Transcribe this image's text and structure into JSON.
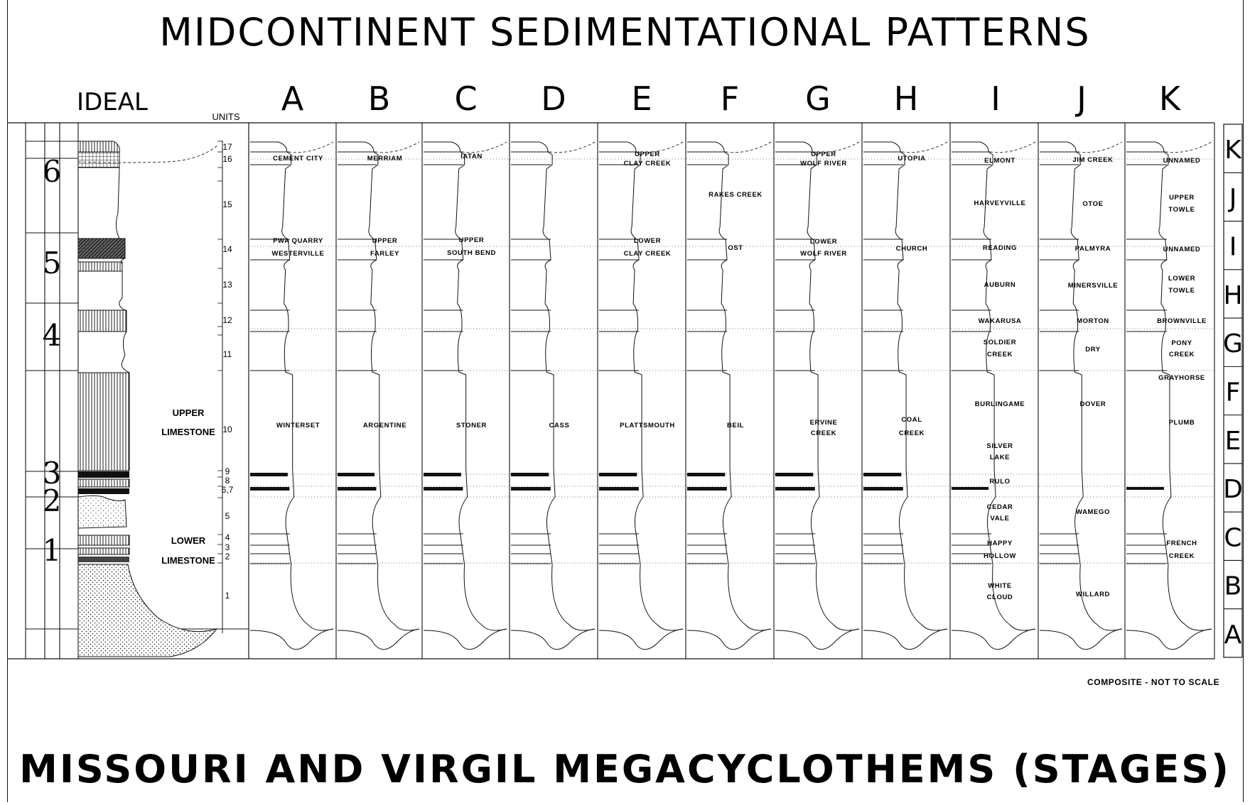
{
  "title": "MIDCONTINENT SEDIMENTATIONAL PATTERNS",
  "bottom_title": "MISSOURI AND VIRGIL MEGACYCLOTHEMS (STAGES)",
  "composite_note": "COMPOSITE - NOT TO SCALE",
  "ideal": {
    "label": "IDEAL",
    "units_label": "UNITS",
    "cycle_numbers": [
      "6",
      "5",
      "4",
      "3",
      "2",
      "1"
    ],
    "unit_numbers": [
      "17",
      "16",
      "15",
      "14",
      "13",
      "12",
      "11",
      "10",
      "9",
      "8",
      "6,7",
      "5",
      "4",
      "3",
      "2",
      "1"
    ],
    "upper_limestone": [
      "UPPER",
      "LIMESTONE"
    ],
    "lower_limestone": [
      "LOWER",
      "LIMESTONE"
    ]
  },
  "stage_letters_right": [
    "K",
    "J",
    "I",
    "H",
    "G",
    "F",
    "E",
    "D",
    "C",
    "B",
    "A"
  ],
  "columns": [
    {
      "letter": "A",
      "labels": [
        "CEMENT CITY",
        "PWA QUARRY",
        "WESTERVILLE",
        "WINTERSET"
      ]
    },
    {
      "letter": "B",
      "labels": [
        "MERRIAM",
        "UPPER",
        "FARLEY",
        "ARGENTINE"
      ]
    },
    {
      "letter": "C",
      "labels": [
        "IATAN",
        "UPPER",
        "SOUTH BEND",
        "STONER"
      ]
    },
    {
      "letter": "D",
      "labels": [
        "CASS"
      ]
    },
    {
      "letter": "E",
      "labels": [
        "UPPER",
        "CLAY CREEK",
        "LOWER",
        "CLAY CREEK",
        "PLATTSMOUTH"
      ]
    },
    {
      "letter": "F",
      "labels": [
        "RAKES CREEK",
        "OST",
        "BEIL"
      ]
    },
    {
      "letter": "G",
      "labels": [
        "UPPER",
        "WOLF RIVER",
        "LOWER",
        "WOLF RIVER",
        "ERVINE",
        "CREEK"
      ]
    },
    {
      "letter": "H",
      "labels": [
        "UTOPIA",
        "CHURCH",
        "COAL",
        "CREEK"
      ]
    },
    {
      "letter": "I",
      "labels": [
        "ELMONT",
        "HARVEYVILLE",
        "READING",
        "AUBURN",
        "WAKARUSA",
        "SOLDIER",
        "CREEK",
        "BURLINGAME",
        "SILVER",
        "LAKE",
        "RULO",
        "CEDAR",
        "VALE",
        "HAPPY",
        "HOLLOW",
        "WHITE",
        "CLOUD"
      ]
    },
    {
      "letter": "J",
      "labels": [
        "JIM CREEK",
        "OTOE",
        "PALMYRA",
        "MINERSVILLE",
        "MORTON",
        "DRY",
        "DOVER",
        "WAMEGO",
        "WILLARD"
      ]
    },
    {
      "letter": "K",
      "labels": [
        "UNNAMED",
        "UPPER",
        "TOWLE",
        "UNNAMED",
        "LOWER",
        "TOWLE",
        "BROWNVILLE",
        "PONY",
        "CREEK",
        "GRAYHORSE",
        "PLUMB",
        "FRENCH",
        "CREEK"
      ]
    }
  ]
}
